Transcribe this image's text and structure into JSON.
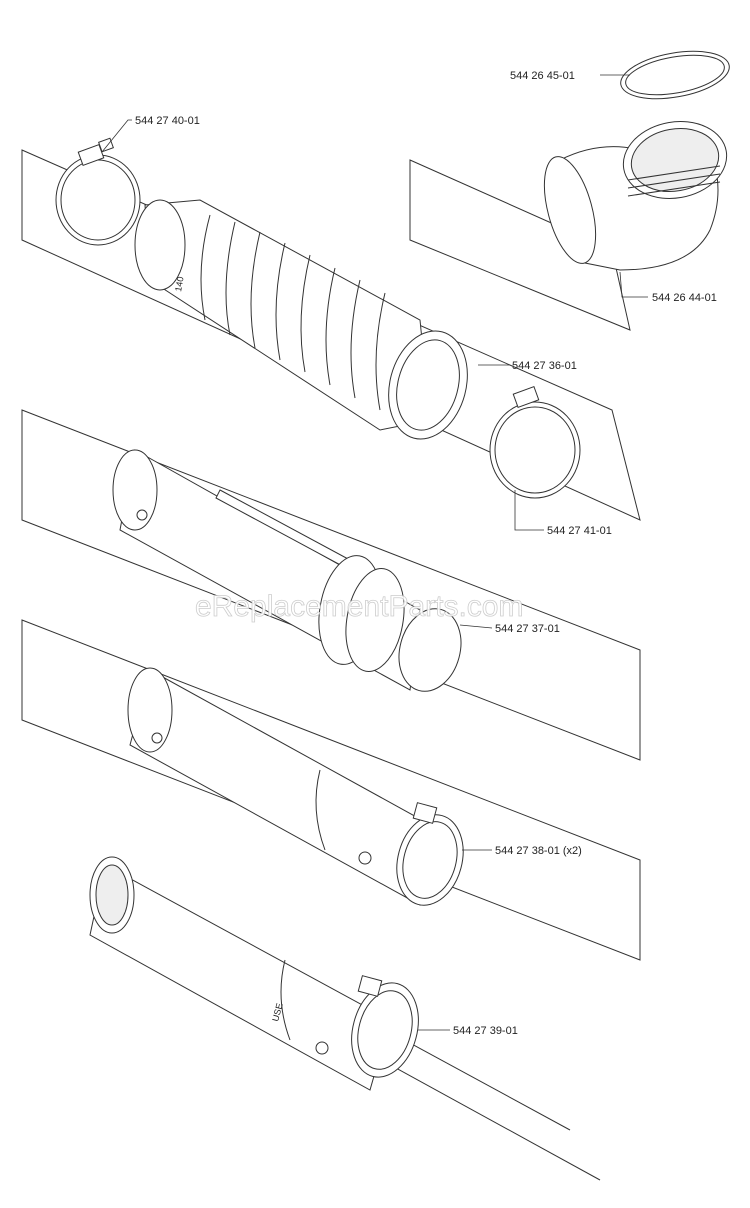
{
  "watermark": "eReplacementParts.com",
  "parts": [
    {
      "id": "clamp-top",
      "number": "544 27 40-01"
    },
    {
      "id": "o-ring",
      "number": "544 26 45-01"
    },
    {
      "id": "elbow",
      "number": "544 26 44-01"
    },
    {
      "id": "bellows",
      "number": "544 27 36-01"
    },
    {
      "id": "clamp-mid",
      "number": "544 27 41-01"
    },
    {
      "id": "tube-upper",
      "number": "544 27 37-01"
    },
    {
      "id": "tube-middle",
      "number": "544 27 38-01 (x2)"
    },
    {
      "id": "tube-lower",
      "number": "544 27 39-01"
    }
  ],
  "markings": {
    "bellows_mark": "140",
    "lower_tube_mark": "USE"
  }
}
